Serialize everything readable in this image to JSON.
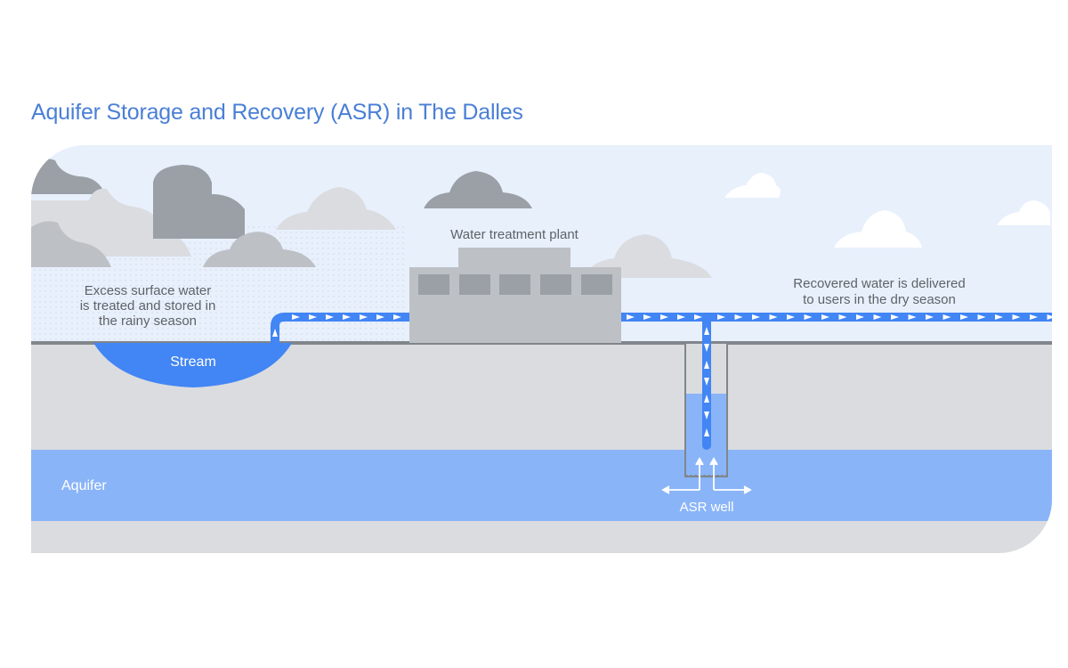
{
  "title": "Aquifer Storage and Recovery (ASR) in The Dalles",
  "labels": {
    "excess": [
      "Excess surface water",
      "is treated and stored in",
      "the rainy season"
    ],
    "plant": "Water treatment plant",
    "recovered": [
      "Recovered water is delivered",
      "to users in the dry season"
    ],
    "stream": "Stream",
    "aquifer": "Aquifer",
    "well": "ASR well"
  },
  "colors": {
    "title": "#4a7fd6",
    "sky": "#e8f0fc",
    "ground": "#dadce0",
    "ground_line": "#80868b",
    "aquifer": "#8ab4f8",
    "water_blue": "#4285f4",
    "cloud_dark": "#9aa0a6",
    "cloud_mid": "#bdc1c6",
    "cloud_light": "#dadce0",
    "cloud_white": "#ffffff",
    "text_gray": "#5f6368",
    "building": "#bdc1c6",
    "window": "#9aa0a6"
  }
}
